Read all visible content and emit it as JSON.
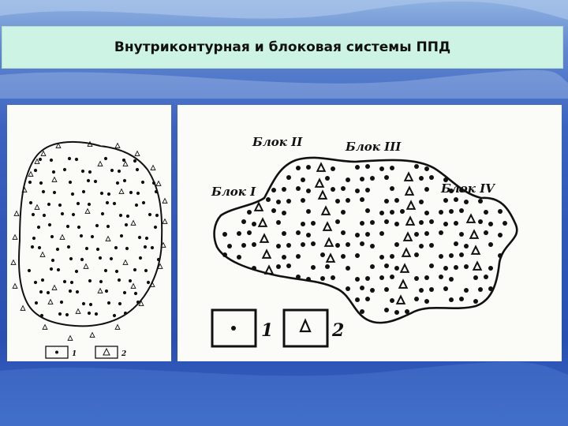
{
  "slide": {
    "title": "Внутриконтурная и блоковая системы ППД"
  },
  "left_diagram": {
    "legend": [
      {
        "number": "1",
        "symbol": "production-well-dot"
      },
      {
        "number": "2",
        "symbol": "injection-well-triangle"
      }
    ]
  },
  "right_diagram": {
    "blocks": [
      "Блок I",
      "Блок II",
      "Блок III",
      "Блок IV"
    ],
    "legend": [
      {
        "number": "1",
        "symbol": "production-well-dot"
      },
      {
        "number": "2",
        "symbol": "injection-well-triangle"
      }
    ]
  },
  "colors": {
    "title_bg": "#ccf3e4",
    "ink": "#111111",
    "paper": "#fbfbf8"
  }
}
